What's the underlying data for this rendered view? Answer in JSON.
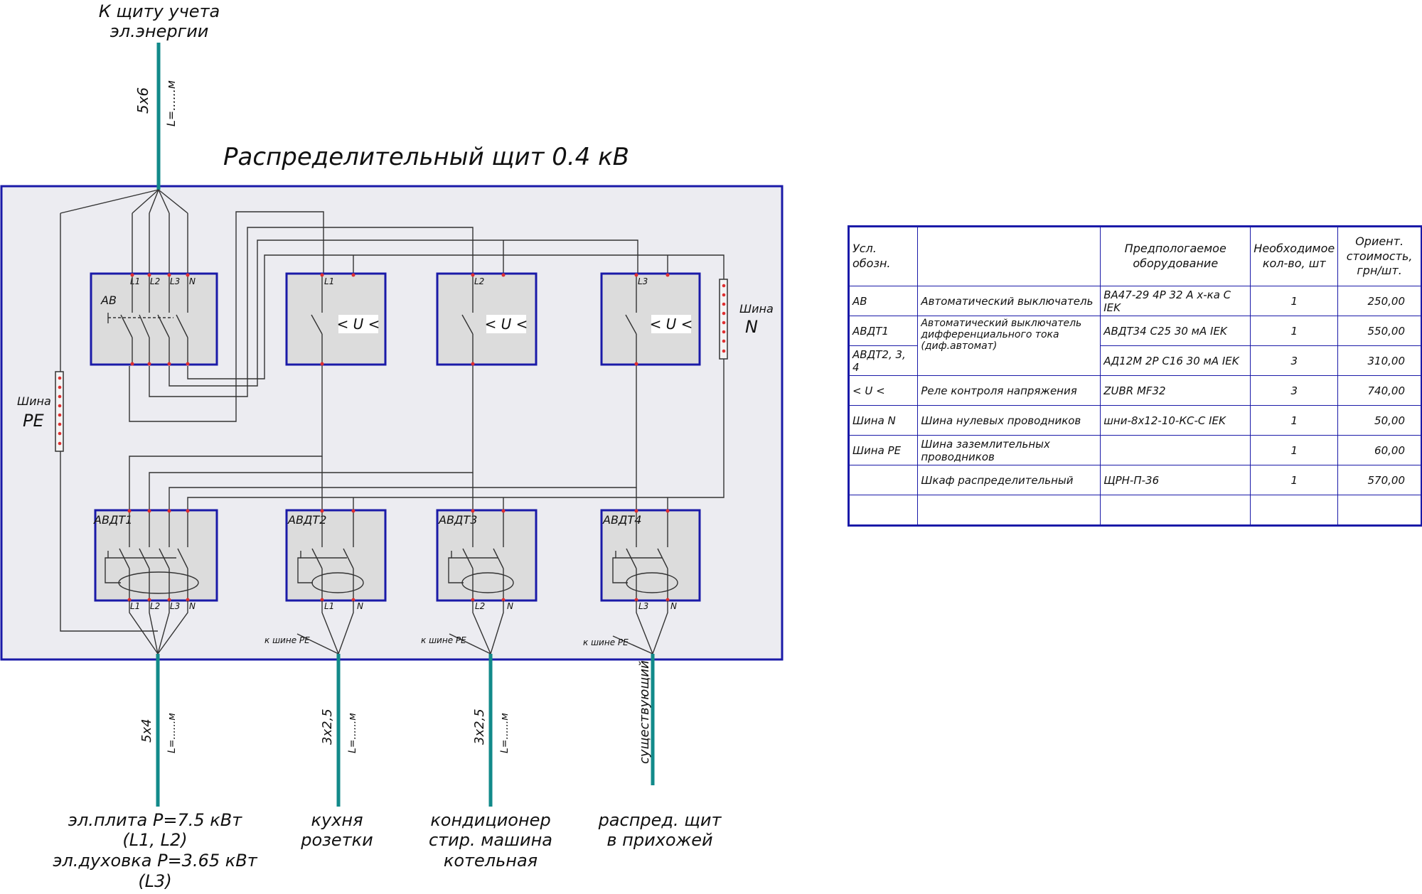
{
  "feeds": {
    "top_dest": [
      "К щиту учета",
      "эл.энергии"
    ],
    "top_cable": "5х6",
    "top_length": "L=......м"
  },
  "panel": {
    "title": "Распределительный щит 0.4 кВ"
  },
  "devices": {
    "av": {
      "name": "АВ",
      "terminals_top": [
        "L1",
        "L2",
        "L3",
        "N"
      ]
    },
    "relays": [
      {
        "terminal": "L1",
        "symbol": "< U <"
      },
      {
        "terminal": "L2",
        "symbol": "< U <"
      },
      {
        "terminal": "L3",
        "symbol": "< U <"
      }
    ],
    "bus_n": {
      "line1": "Шина",
      "line2": "N"
    },
    "bus_pe": {
      "line1": "Шина",
      "line2": "PE"
    },
    "rcbos": [
      {
        "name": "АВДТ1",
        "terminals_bottom": [
          "L1",
          "L2",
          "L3",
          "N"
        ]
      },
      {
        "name": "АВДТ2",
        "terminals_bottom": [
          "L1",
          "N"
        ]
      },
      {
        "name": "АВДТ3",
        "terminals_bottom": [
          "L2",
          "N"
        ]
      },
      {
        "name": "АВДТ4",
        "terminals_bottom": [
          "L3",
          "N"
        ]
      }
    ],
    "pe_label": "к шине PE"
  },
  "outgoing": [
    {
      "cable": "5х4",
      "length": "L=......м",
      "dest": [
        "эл.плита P=7.5 кВт",
        "(L1, L2)",
        "эл.духовка P=3.65 кВт",
        "(L3)"
      ]
    },
    {
      "cable": "3х2,5",
      "length": "L=......м",
      "dest": [
        "кухня",
        "розетки"
      ]
    },
    {
      "cable": "3х2,5",
      "length": "L=......м",
      "dest": [
        "кондиционер",
        "стир. машина",
        "котельная"
      ]
    },
    {
      "cable": "существующий",
      "length": "",
      "dest": [
        "распред. щит",
        "в прихожей"
      ]
    }
  ],
  "table": {
    "headers": [
      "Усл. обозн.",
      "",
      "Предпологаемое оборудование",
      "Необходимое кол-во, шт",
      "Ориент. стоимость, грн/шт."
    ],
    "rows": [
      {
        "code": "АВ",
        "desc": "Автоматический выключатель",
        "equip": "ВА47-29 4Р 32 А х-ка С IEK",
        "qty": "1",
        "price": "250,00"
      },
      {
        "code": "АВДТ1",
        "desc": "Автоматический выключатель дифференциального тока (диф.автомат)",
        "equip": "АВДТ34 С25 30 мА IEK",
        "qty": "1",
        "price": "550,00"
      },
      {
        "code": "АВДТ2, 3, 4",
        "desc": "",
        "equip": "АД12М 2Р С16 30 мА IEK",
        "qty": "3",
        "price": "310,00"
      },
      {
        "code": "< U <",
        "desc": "Реле контроля напряжения",
        "equip": "ZUBR MF32",
        "qty": "3",
        "price": "740,00"
      },
      {
        "code": "Шина N",
        "desc": "Шина нулевых проводников",
        "equip": "шни-8х12-10-КС-С IEK",
        "qty": "1",
        "price": "50,00"
      },
      {
        "code": "Шина PE",
        "desc": "Шина заземлительных проводников",
        "equip": "",
        "qty": "1",
        "price": "60,00"
      },
      {
        "code": "",
        "desc": "Шкаф распределительный",
        "equip": "ЩРН-П-36",
        "qty": "1",
        "price": "570,00"
      },
      {
        "code": "",
        "desc": "",
        "equip": "",
        "qty": "",
        "price": ""
      }
    ]
  },
  "colors": {
    "frame": "#1a1aa8",
    "feed": "#128a8a",
    "box": "#dcdcdc",
    "panel_bg": "#ececf1",
    "dot": "#e03030"
  }
}
